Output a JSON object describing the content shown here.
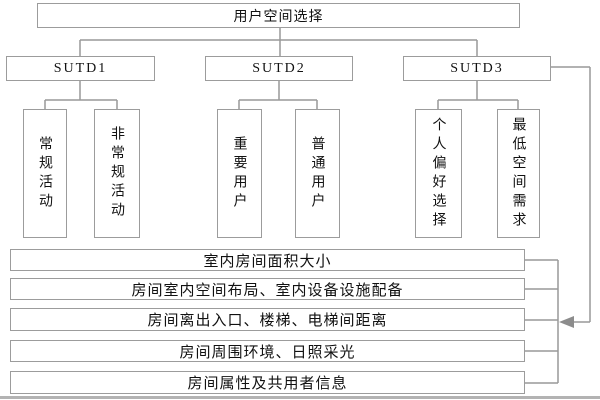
{
  "diagram": {
    "root_label": "用户空间选择",
    "groups": [
      {
        "label": "SUTD1",
        "children": [
          {
            "label": "常规活动"
          },
          {
            "label": "非常规活动"
          }
        ]
      },
      {
        "label": "SUTD2",
        "children": [
          {
            "label": "重要用户"
          },
          {
            "label": "普通用户"
          }
        ]
      },
      {
        "label": "SUTD3",
        "children": [
          {
            "label": "个人偏好选择"
          },
          {
            "label": "最低空间需求"
          }
        ]
      }
    ],
    "criteria": [
      {
        "label": "室内房间面积大小"
      },
      {
        "label": "房间室内空间布局、室内设备设施配备"
      },
      {
        "label": "房间离出入口、楼梯、电梯间距离"
      },
      {
        "label": "房间周围环境、日照采光"
      },
      {
        "label": "房间属性及共用者信息"
      }
    ],
    "colors": {
      "line": "#999999",
      "box_border": "#9c9c9c",
      "arrow": "#8c8c8c",
      "text": "#111111",
      "background": "#ffffff"
    }
  }
}
